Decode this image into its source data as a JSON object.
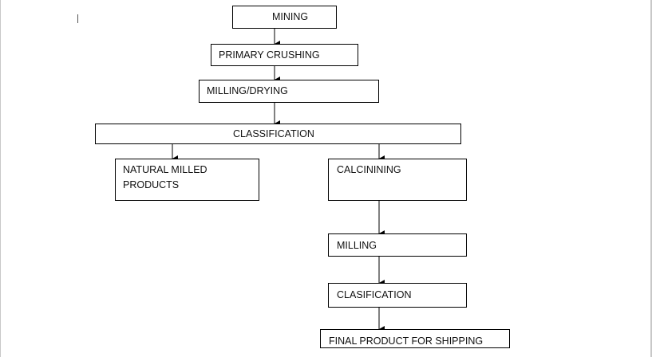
{
  "flowchart": {
    "mining": "MINING",
    "primary_crushing": "PRIMARY CRUSHING",
    "milling_drying": "MILLING/DRYING",
    "classification": "CLASSIFICATION",
    "natural_milled_products": "NATURAL MILLED\nPRODUCTS",
    "calcinining": "CALCININING",
    "milling": "MILLING",
    "clasification": "CLASIFICATION",
    "final_product": "FINAL PRODUCT FOR SHIPPING"
  },
  "colors": {
    "line": "#000000",
    "box_border": "#000000"
  }
}
